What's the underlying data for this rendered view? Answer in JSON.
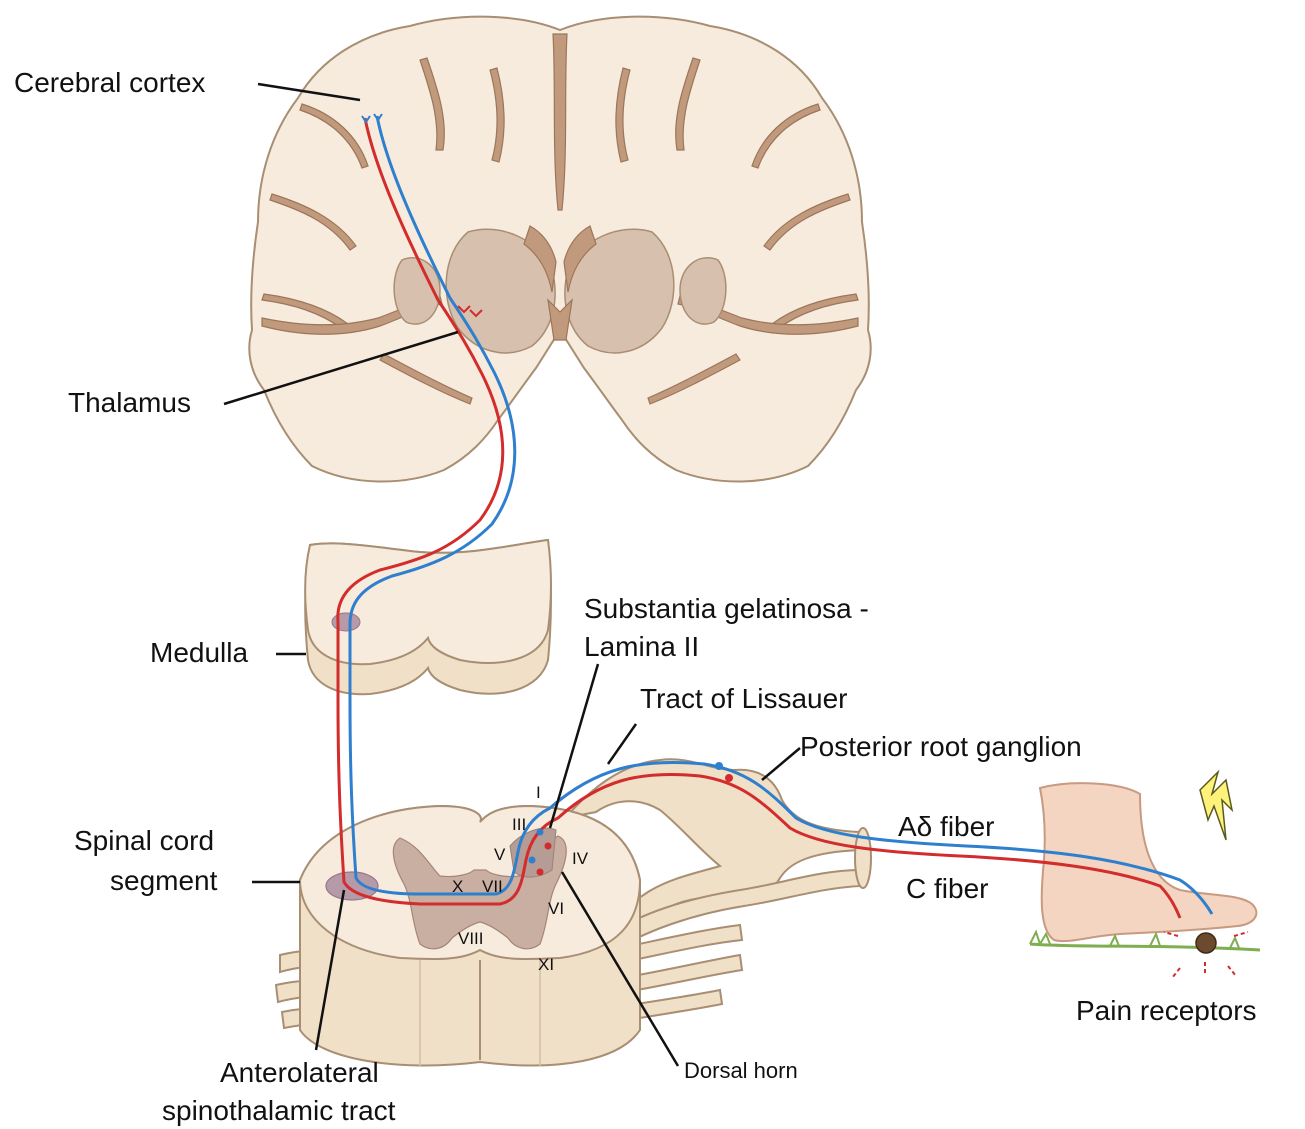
{
  "labels": {
    "cerebral_cortex": "Cerebral cortex",
    "thalamus": "Thalamus",
    "medulla": "Medulla",
    "substantia_line1": "Substantia gelatinosa -",
    "substantia_line2": "Lamina II",
    "tract_lissauer": "Tract of Lissauer",
    "posterior_root_ganglion": "Posterior root ganglion",
    "spinal_cord_line1": "Spinal cord",
    "spinal_cord_line2": "segment",
    "a_delta_fiber": "Aδ fiber",
    "c_fiber": "C fiber",
    "pain_receptors": "Pain receptors",
    "anterolateral_line1": "Anterolateral",
    "anterolateral_line2": "spinothalamic tract",
    "dorsal_horn": "Dorsal horn"
  },
  "laminae": {
    "i": "I",
    "iii": "III",
    "iv": "IV",
    "v": "V",
    "vi": "VI",
    "vii": "VII",
    "viii": "VIII",
    "x": "X",
    "xi": "XI"
  },
  "colors": {
    "c_fiber": "#d22c2c",
    "a_delta_fiber": "#2f7fcf",
    "tissue": "#f6ebdd",
    "sulcus": "#c19a7e",
    "grey_matter": "#c9aea2"
  }
}
